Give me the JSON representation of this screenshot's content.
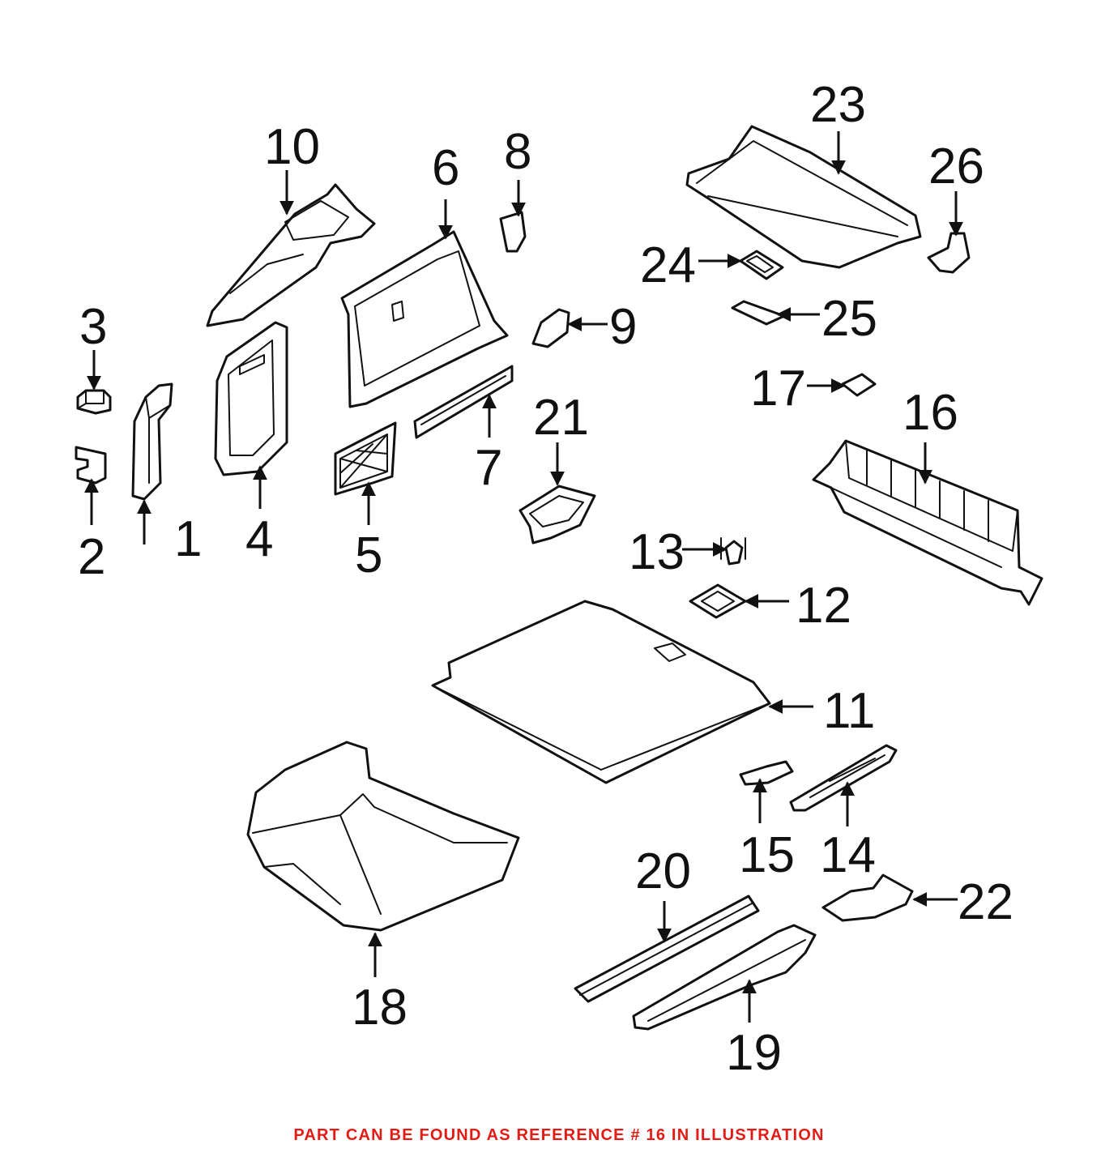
{
  "footer": {
    "note": "PART CAN BE FOUND AS REFERENCE # 16 IN ILLUSTRATION",
    "color": "#e31b14"
  },
  "callouts": {
    "c1": "1",
    "c2": "2",
    "c3": "3",
    "c4": "4",
    "c5": "5",
    "c6": "6",
    "c7": "7",
    "c8": "8",
    "c9": "9",
    "c10": "10",
    "c11": "11",
    "c12": "12",
    "c13": "13",
    "c14": "14",
    "c15": "15",
    "c16": "16",
    "c17": "17",
    "c18": "18",
    "c19": "19",
    "c20": "20",
    "c21": "21",
    "c22": "22",
    "c23": "23",
    "c24": "24",
    "c25": "25",
    "c26": "26"
  }
}
